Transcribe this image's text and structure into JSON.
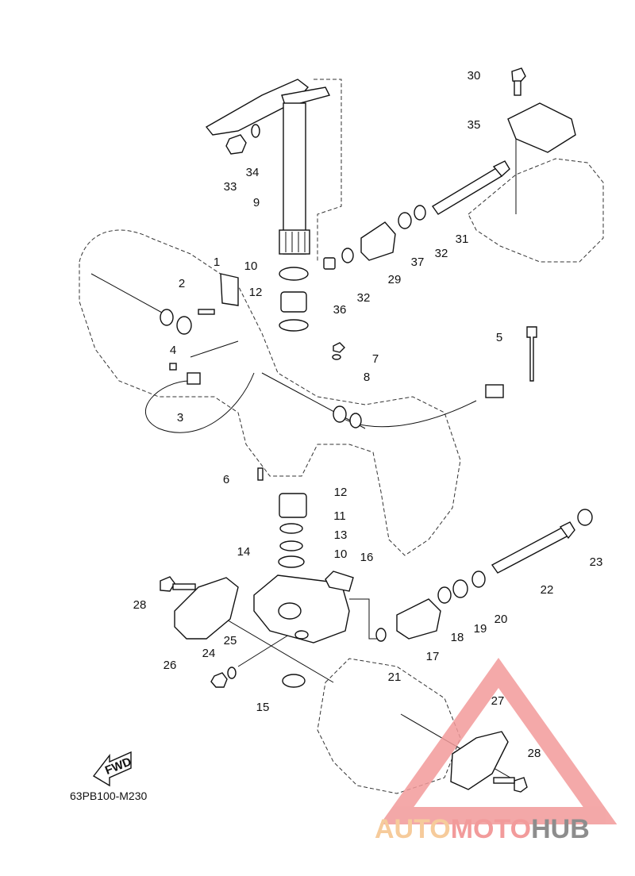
{
  "diagram": {
    "code": "63PB100-M230",
    "fwd_label": "FWD",
    "callouts": [
      {
        "n": "1"
      },
      {
        "n": "2"
      },
      {
        "n": "3"
      },
      {
        "n": "4"
      },
      {
        "n": "5"
      },
      {
        "n": "6"
      },
      {
        "n": "7"
      },
      {
        "n": "8"
      },
      {
        "n": "9"
      },
      {
        "n": "10"
      },
      {
        "n": "10"
      },
      {
        "n": "11"
      },
      {
        "n": "12"
      },
      {
        "n": "12"
      },
      {
        "n": "13"
      },
      {
        "n": "14"
      },
      {
        "n": "15"
      },
      {
        "n": "16"
      },
      {
        "n": "17"
      },
      {
        "n": "18"
      },
      {
        "n": "19"
      },
      {
        "n": "20"
      },
      {
        "n": "21"
      },
      {
        "n": "22"
      },
      {
        "n": "23"
      },
      {
        "n": "24"
      },
      {
        "n": "25"
      },
      {
        "n": "26"
      },
      {
        "n": "27"
      },
      {
        "n": "28"
      },
      {
        "n": "28"
      },
      {
        "n": "29"
      },
      {
        "n": "30"
      },
      {
        "n": "31"
      },
      {
        "n": "32"
      },
      {
        "n": "32"
      },
      {
        "n": "33"
      },
      {
        "n": "34"
      },
      {
        "n": "35"
      },
      {
        "n": "36"
      },
      {
        "n": "37"
      }
    ]
  },
  "watermark": {
    "part1": "AUTO",
    "part2": "MOTO",
    "part3": "HUB",
    "colors": {
      "auto": "#f5c28a",
      "moto": "#f08a8a",
      "hub": "#7a7a7a",
      "triangle": "#f29a9a"
    }
  }
}
